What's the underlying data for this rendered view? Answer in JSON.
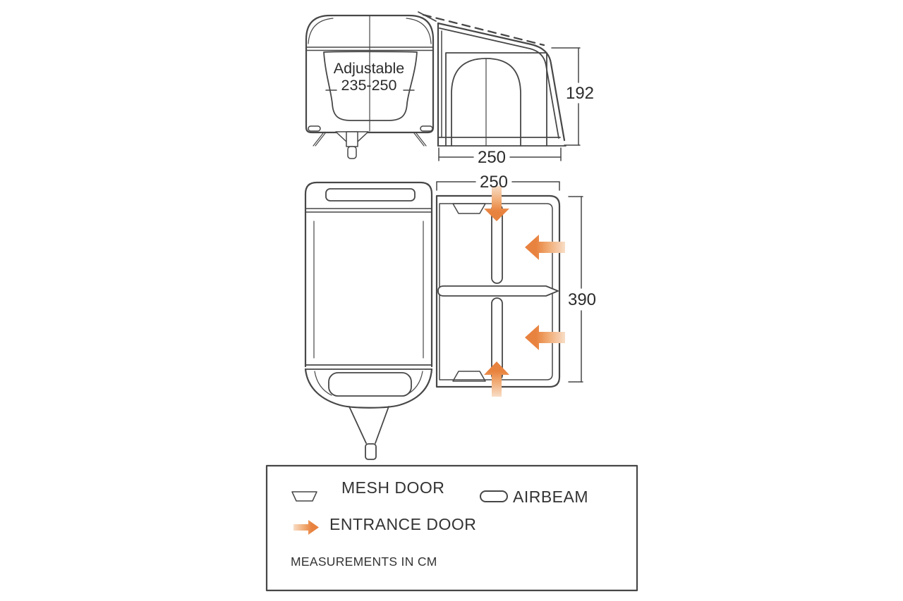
{
  "side_view": {
    "caravan_label": {
      "line1": "Adjustable",
      "line2": "235-250"
    },
    "dimensions": {
      "height": "192",
      "width": "250"
    }
  },
  "plan_view": {
    "dimensions": {
      "width": "250",
      "depth": "390"
    }
  },
  "legend": {
    "mesh_door_label": "MESH DOOR",
    "airbeam_label": "AIRBEAM",
    "entrance_door_label": "ENTRANCE DOOR",
    "note": "MEASUREMENTS IN CM"
  },
  "colors": {
    "line": "#474747",
    "text": "#2b2b2b",
    "arrow_orange": "#e8823f",
    "arrow_light": "#f8ddc6"
  },
  "units": "cm"
}
